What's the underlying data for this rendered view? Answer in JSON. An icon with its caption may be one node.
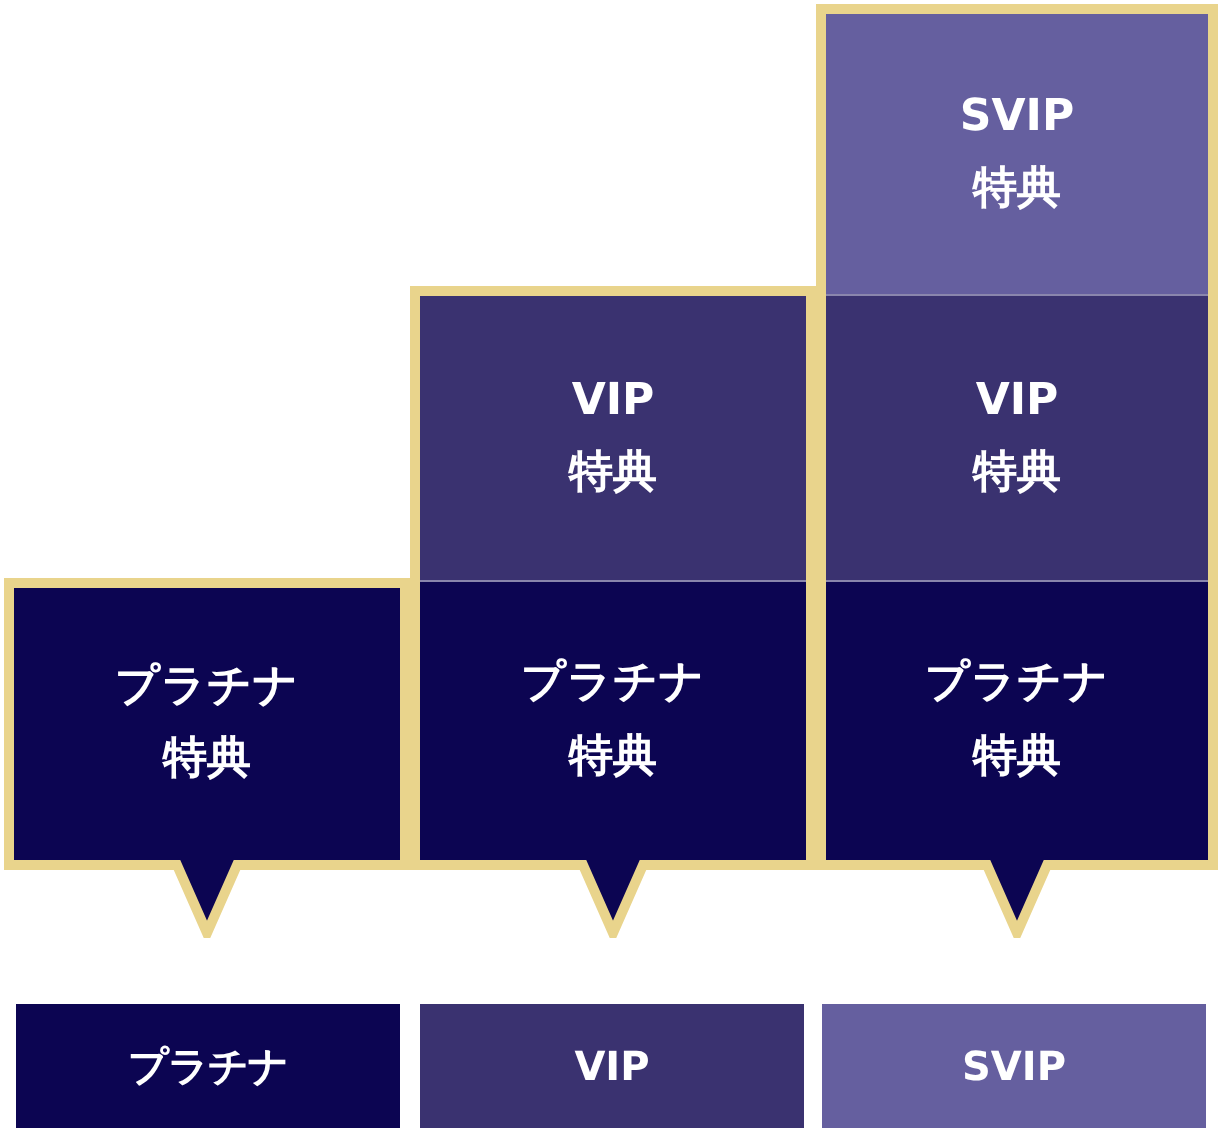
{
  "diagram": {
    "nodes": [
      {
        "text": [],
        "shape": "callout"
      },
      {
        "text": [
          "プラチナ特典"
        ],
        "in": 0
      },
      {
        "text": [],
        "shape": "callout"
      },
      {
        "text": [
          "VIP特典"
        ],
        "in": 2
      },
      {
        "text": [
          "プラチナ特典"
        ],
        "in": 2
      },
      {
        "text": [],
        "shape": "callout"
      },
      {
        "text": [
          "SVIP特典"
        ],
        "in": 5
      },
      {
        "text": [
          "VIP特典"
        ],
        "in": 5
      },
      {
        "text": [
          "プラチナ特典"
        ],
        "in": 5
      },
      {
        "text": [
          "プラチナ"
        ]
      },
      {
        "text": [
          "VIP"
        ]
      },
      {
        "text": [
          "SVIP"
        ]
      }
    ]
  }
}
